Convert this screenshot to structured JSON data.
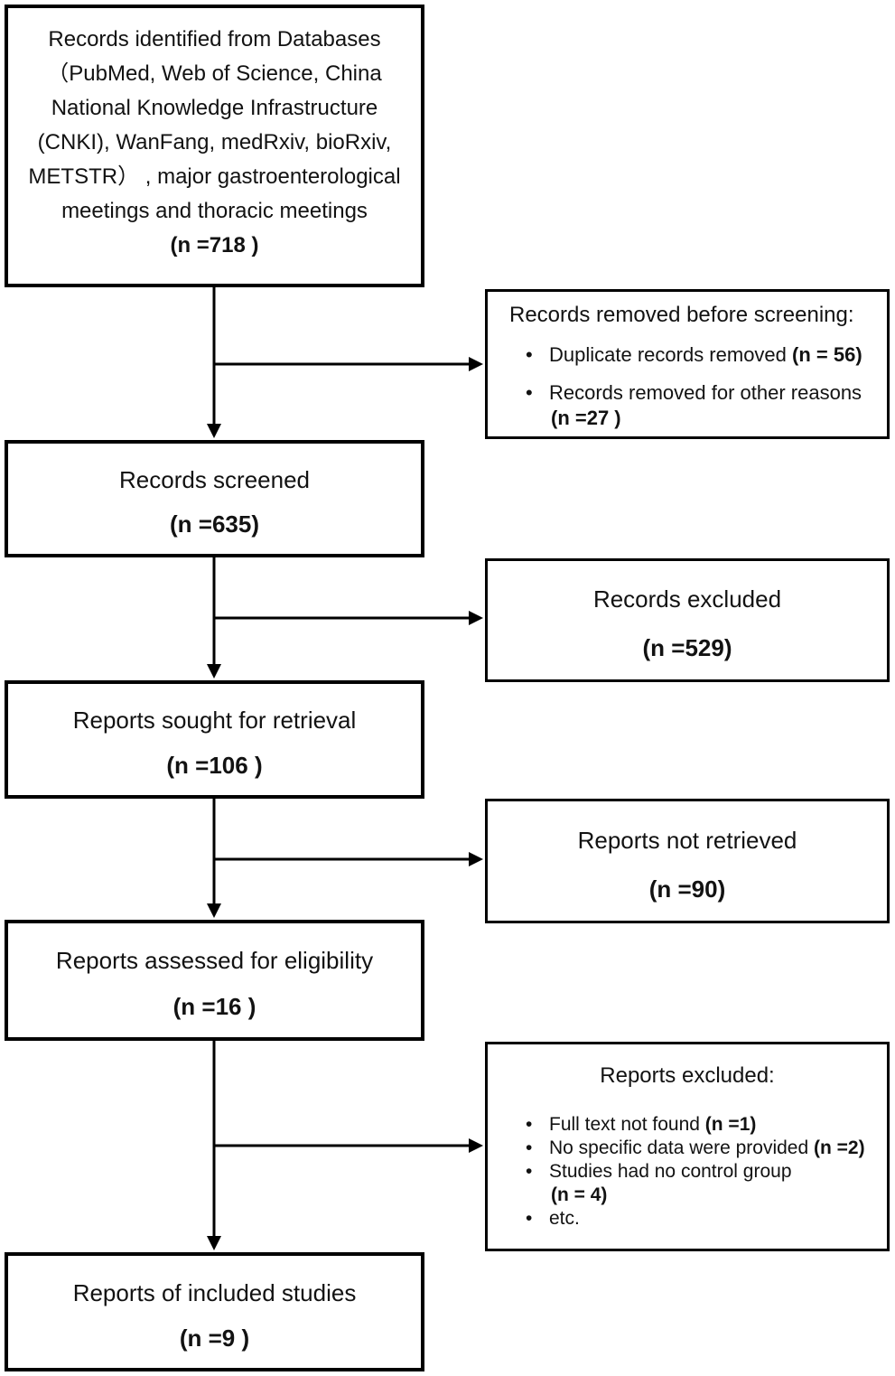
{
  "colors": {
    "background": "#ffffff",
    "border": "#000000",
    "text": "#121212",
    "arrow": "#000000"
  },
  "boxes": {
    "identified": {
      "line1": "Records identified from Databases",
      "line2": "（PubMed, Web of Science, China",
      "line3": "National Knowledge Infrastructure",
      "line4": "(CNKI), WanFang, medRxiv, bioRxiv,",
      "line5": "METSTR） , major gastroenterological",
      "line6": "meetings and thoracic meetings",
      "count": "(n =718 )"
    },
    "removed": {
      "title": "Records removed before screening:",
      "bullet1_text": "Duplicate records removed ",
      "bullet1_count": "(n = 56)",
      "bullet2_text": "Records removed for other reasons",
      "bullet2_count": "(n =27 )"
    },
    "screened": {
      "title": "Records screened",
      "count": "(n =635)"
    },
    "records_excluded": {
      "title": "Records excluded",
      "count": "(n =529)"
    },
    "sought": {
      "title": "Reports sought for retrieval",
      "count": "(n =106 )"
    },
    "not_retrieved": {
      "title": "Reports not retrieved",
      "count": "(n =90)"
    },
    "assessed": {
      "title": "Reports assessed for eligibility",
      "count": "(n =16 )"
    },
    "reports_excluded": {
      "title": "Reports excluded:",
      "bullet1_text": "Full text not found ",
      "bullet1_count": "(n =1)",
      "bullet2_text": "No specific data were provided ",
      "bullet2_count": "(n =2)",
      "bullet3_text": "Studies had no control group",
      "bullet3_count": "(n = 4)",
      "bullet4_text": "etc."
    },
    "included": {
      "title": "Reports of included studies",
      "count": "(n =9 )"
    }
  }
}
